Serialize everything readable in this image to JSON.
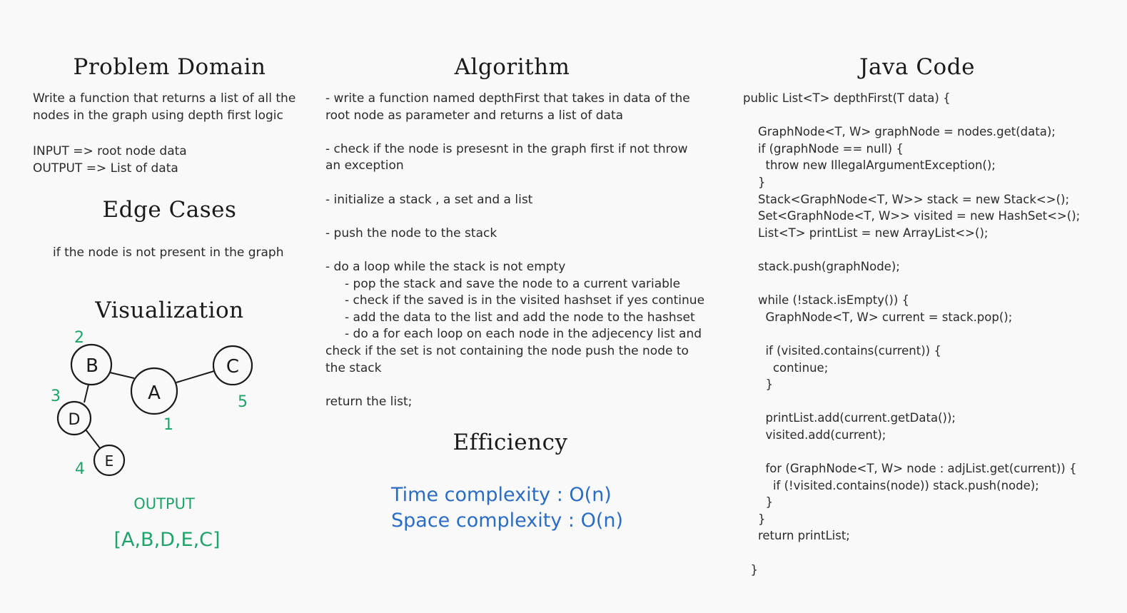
{
  "problem_domain": {
    "title": "Problem Domain",
    "description": [
      "Write a function that returns a list of all the",
      "nodes in the graph using depth first logic"
    ],
    "io": [
      "INPUT => root node data",
      "OUTPUT => List of data"
    ]
  },
  "edge_cases": {
    "title": "Edge Cases",
    "text": "if the node is not present in the graph"
  },
  "visualization": {
    "title": "Visualization",
    "nodes": [
      {
        "label": "B",
        "order": "2"
      },
      {
        "label": "A",
        "order": "1"
      },
      {
        "label": "C",
        "order": "5"
      },
      {
        "label": "D",
        "order": "3"
      },
      {
        "label": "E",
        "order": "4"
      }
    ],
    "edges": [
      [
        "B",
        "A"
      ],
      [
        "A",
        "C"
      ],
      [
        "B",
        "D"
      ],
      [
        "D",
        "E"
      ]
    ],
    "output_label": "OUTPUT",
    "output_value": "[A,B,D,E,C]",
    "accent_color": "#1fa36a"
  },
  "algorithm": {
    "title": "Algorithm",
    "lines": [
      "- write a function named depthFirst that takes in data of the",
      "root node as parameter and returns a list of data",
      "",
      "- check if the node is presesnt in the graph first if not throw",
      "an exception",
      "",
      "- initialize a stack , a set and a list",
      "",
      "- push the node to the stack",
      "",
      "- do a loop while the stack is not empty",
      "     - pop the stack and save the node to a current variable",
      "     - check if the saved is in the visited hashset if yes continue",
      "     - add the data to the list and add the node to the hashset",
      "     - do a for each loop on each node in the adjecency list and",
      "check if the set is not containing the node push the node to",
      "the stack",
      "",
      "return the list;"
    ]
  },
  "efficiency": {
    "title": "Efficiency",
    "time": "Time complexity : O(n)",
    "space": "Space complexity : O(n)",
    "color": "#2b6cc4"
  },
  "java_code": {
    "title": "Java Code",
    "lines": [
      "public List<T> depthFirst(T data) {",
      "",
      "    GraphNode<T, W> graphNode = nodes.get(data);",
      "    if (graphNode == null) {",
      "      throw new IllegalArgumentException();",
      "    }",
      "    Stack<GraphNode<T, W>> stack = new Stack<>();",
      "    Set<GraphNode<T, W>> visited = new HashSet<>();",
      "    List<T> printList = new ArrayList<>();",
      "",
      "    stack.push(graphNode);",
      "",
      "    while (!stack.isEmpty()) {",
      "      GraphNode<T, W> current = stack.pop();",
      "",
      "      if (visited.contains(current)) {",
      "        continue;",
      "      }",
      "",
      "      printList.add(current.getData());",
      "      visited.add(current);",
      "",
      "      for (GraphNode<T, W> node : adjList.get(current)) {",
      "        if (!visited.contains(node)) stack.push(node);",
      "      }",
      "    }",
      "    return printList;",
      "",
      "  }"
    ]
  }
}
